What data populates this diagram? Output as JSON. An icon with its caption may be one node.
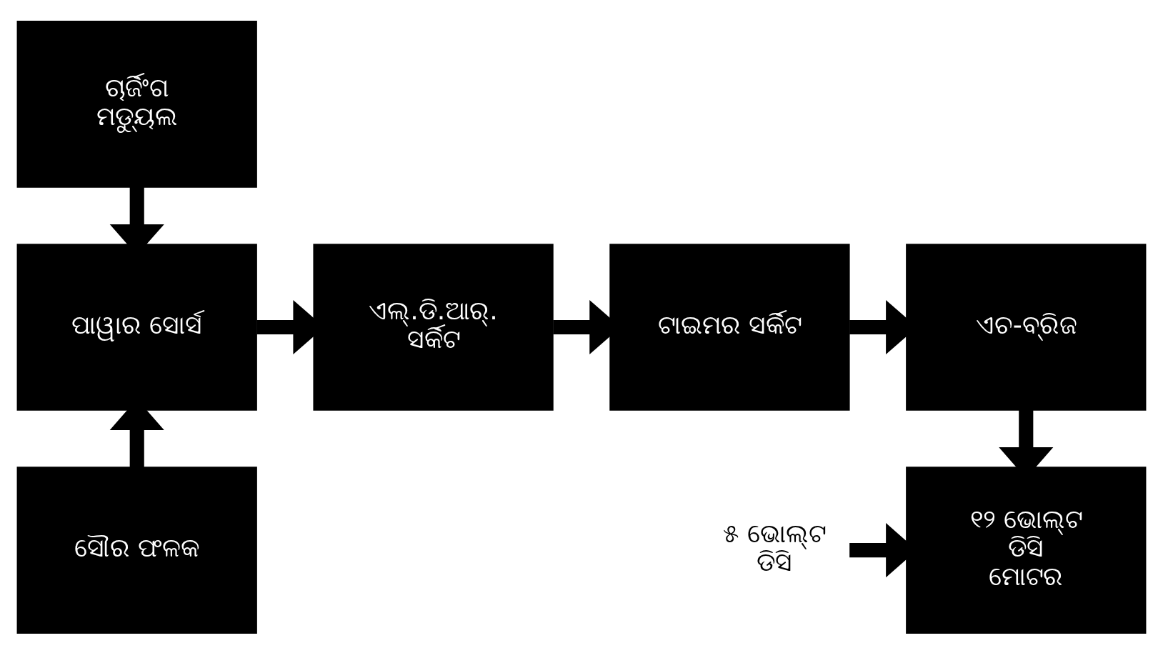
{
  "diagram": {
    "nodes": [
      {
        "text": [
          "ଚାର୍ଜିଂଗ ମଡ୍ୟୁଲ"
        ]
      },
      {
        "text": [
          "ପାୱାର ସୋର୍ସ"
        ]
      },
      {
        "text": [
          "ଏଲ୍.ଡି.ଆର୍. ସର୍କିଟ"
        ]
      },
      {
        "text": [
          "ଟାଇମର ସର୍କିଟ"
        ]
      },
      {
        "text": [
          "ଏଚ-ବ୍ରିଜ"
        ]
      },
      {
        "text": [
          "ସୌର ଫଳକ"
        ]
      },
      {
        "text": [
          "୫ ଭୋଲ୍ଟ ଡିସି"
        ]
      },
      {
        "text": [
          "୧୨ ଭୋଲ୍ଟ ଡିସି ମୋଟର"
        ]
      }
    ],
    "edges": [
      {
        "from": 0,
        "to": 1,
        "arrow": "to"
      },
      {
        "from": 5,
        "to": 1,
        "arrow": "to"
      },
      {
        "from": 1,
        "to": 2,
        "arrow": "to"
      },
      {
        "from": 2,
        "to": 3,
        "arrow": "to"
      },
      {
        "from": 3,
        "to": 4,
        "arrow": "to"
      },
      {
        "from": 4,
        "to": 7,
        "arrow": "to"
      },
      {
        "from": 6,
        "to": 7,
        "arrow": "to"
      }
    ]
  }
}
